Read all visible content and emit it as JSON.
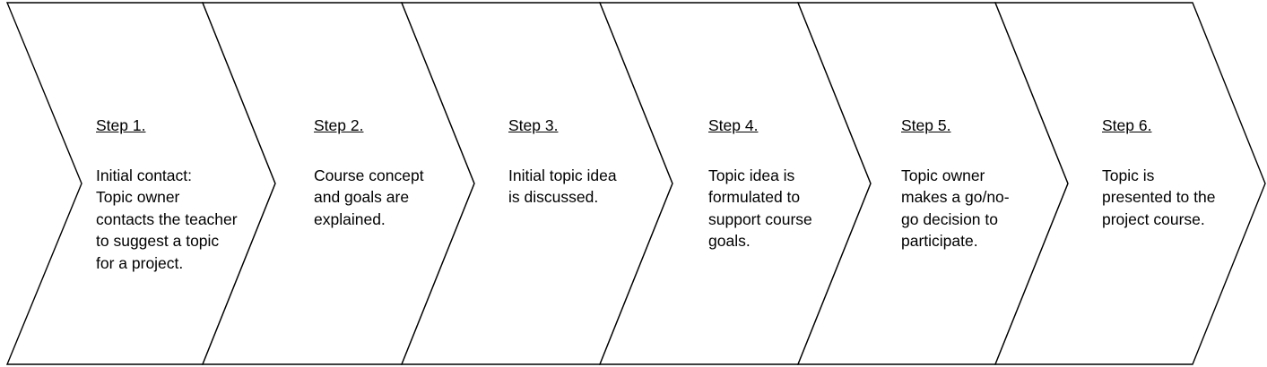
{
  "steps": [
    {
      "title": "Step 1.",
      "description": "Initial contact:\nTopic owner\ncontacts the teacher\nto suggest a topic\nfor a project."
    },
    {
      "title": "Step 2.",
      "description": "Course concept\nand goals are\nexplained."
    },
    {
      "title": "Step 3.",
      "description": "Initial topic idea\nis discussed."
    },
    {
      "title": "Step 4.",
      "description": "Topic idea is\nformulated to\nsupport course\ngoals."
    },
    {
      "title": "Step 5.",
      "description": "Topic owner\nmakes a go/no-\ngo decision to\nparticipate."
    },
    {
      "title": "Step 6.",
      "description": "Topic is\npresented to the\nproject course."
    }
  ]
}
